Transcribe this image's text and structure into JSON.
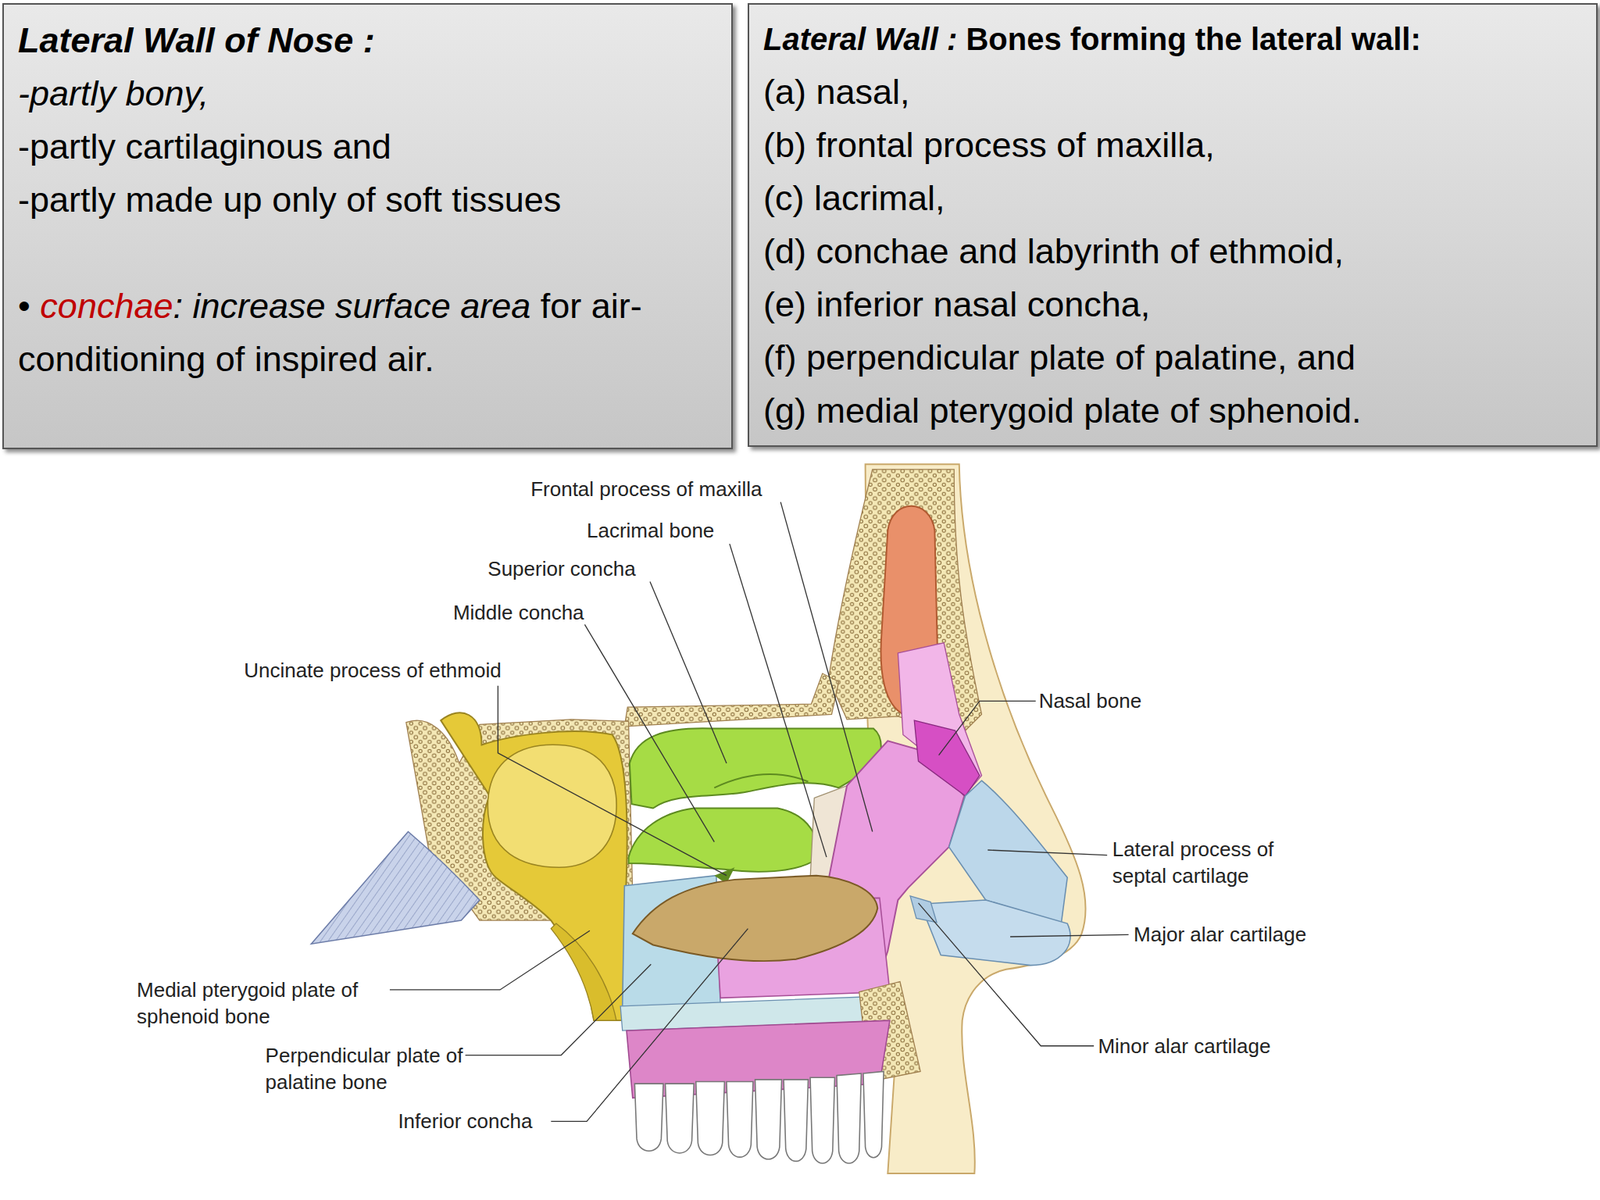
{
  "diagram": {
    "nodes": [
      {
        "text": [
          "Lateral Wall of Nose :",
          "-partly bony,",
          "-partly cartilaginous and",
          "-partly made up only of soft tissues",
          "•",
          "conchae",
          ": increase surface area",
          "for air-conditioning of inspired air."
        ]
      },
      {
        "text": [
          "Lateral Wall :",
          "Bones forming the lateral wall:",
          "(a) nasal,",
          "(b) frontal process of maxilla,",
          "(c) lacrimal,",
          "(d) conchae and labyrinth of ethmoid,",
          "(e) inferior nasal concha,",
          "(f) perpendicular plate of palatine, and",
          "(g) medial pterygoid plate of sphenoid."
        ]
      }
    ],
    "labels": [
      "Frontal process of maxilla",
      "Lacrimal bone",
      "Superior concha",
      "Middle concha",
      "Uncinate process of ethmoid",
      "Nasal bone",
      "Lateral process of septal cartilage",
      "Major alar cartilage",
      "Medial pterygoid plate of sphenoid bone",
      "Minor alar cartilage",
      "Perpendicular plate of palatine bone",
      "Inferior concha"
    ]
  }
}
